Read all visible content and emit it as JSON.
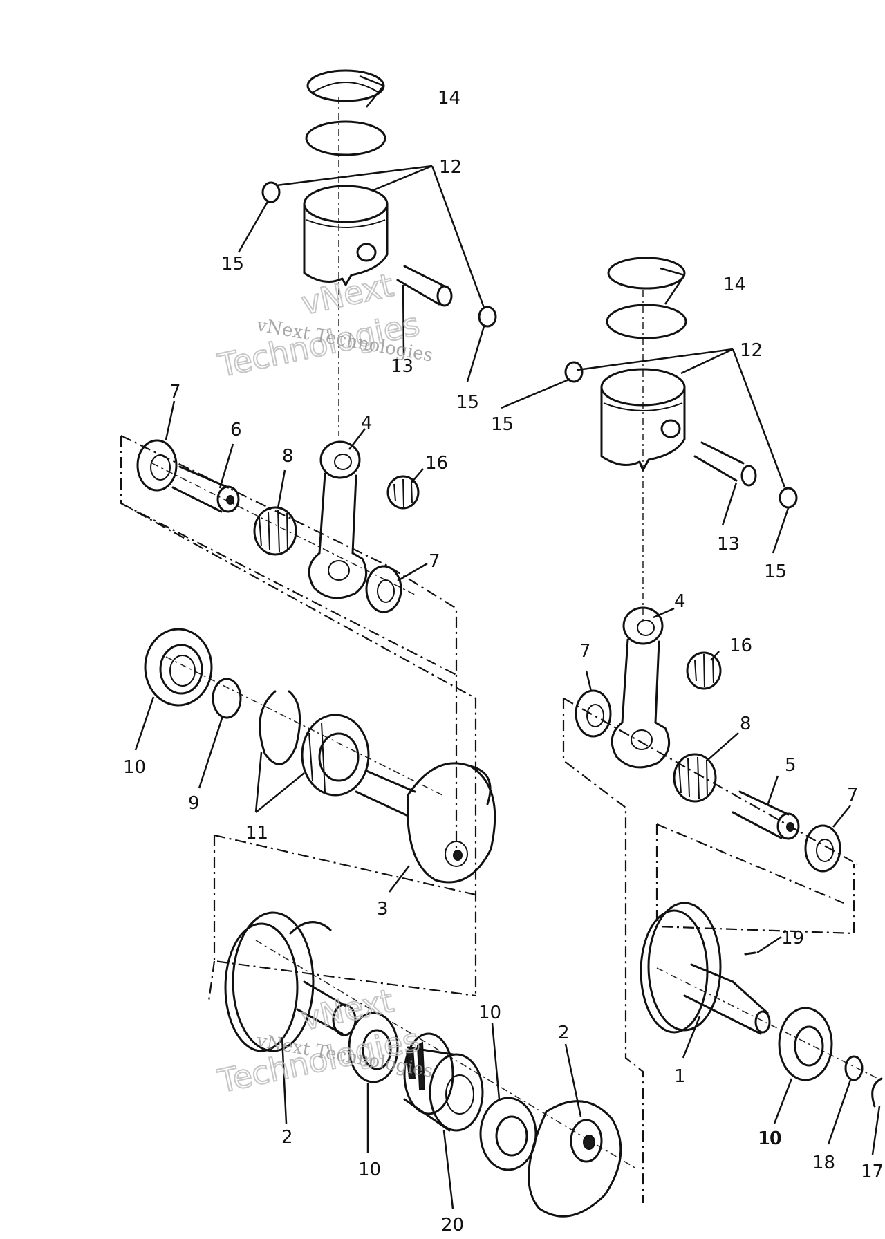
{
  "watermark": {
    "line1": "vNext",
    "line2": "Technologies",
    "small": "vNext Technologies"
  },
  "callouts": [
    {
      "id": "c14a",
      "text": "14"
    },
    {
      "id": "c12a",
      "text": "12"
    },
    {
      "id": "c15a",
      "text": "15"
    },
    {
      "id": "c13a",
      "text": "13"
    },
    {
      "id": "c15b",
      "text": "15"
    },
    {
      "id": "c14b",
      "text": "14"
    },
    {
      "id": "c12b",
      "text": "12"
    },
    {
      "id": "c15c",
      "text": "15"
    },
    {
      "id": "c13b",
      "text": "13"
    },
    {
      "id": "c15d",
      "text": "15"
    },
    {
      "id": "c7a",
      "text": "7"
    },
    {
      "id": "c6",
      "text": "6"
    },
    {
      "id": "c4a",
      "text": "4"
    },
    {
      "id": "c8a",
      "text": "8"
    },
    {
      "id": "c16a",
      "text": "16"
    },
    {
      "id": "c7b",
      "text": "7"
    },
    {
      "id": "c4b",
      "text": "4"
    },
    {
      "id": "c16b",
      "text": "16"
    },
    {
      "id": "c7c",
      "text": "7"
    },
    {
      "id": "c8b",
      "text": "8"
    },
    {
      "id": "c5",
      "text": "5"
    },
    {
      "id": "c7d",
      "text": "7"
    },
    {
      "id": "c10a",
      "text": "10"
    },
    {
      "id": "c9",
      "text": "9"
    },
    {
      "id": "c11",
      "text": "11"
    },
    {
      "id": "c3",
      "text": "3"
    },
    {
      "id": "c19",
      "text": "19"
    },
    {
      "id": "c1",
      "text": "1"
    },
    {
      "id": "c10b",
      "text": "10"
    },
    {
      "id": "c2a",
      "text": "2"
    },
    {
      "id": "c2b",
      "text": "2"
    },
    {
      "id": "c10c",
      "text": "10"
    },
    {
      "id": "c10d",
      "text": "10"
    },
    {
      "id": "c20",
      "text": "20"
    },
    {
      "id": "c10e",
      "text": "10"
    },
    {
      "id": "c18",
      "text": "18"
    },
    {
      "id": "c17",
      "text": "17"
    }
  ]
}
